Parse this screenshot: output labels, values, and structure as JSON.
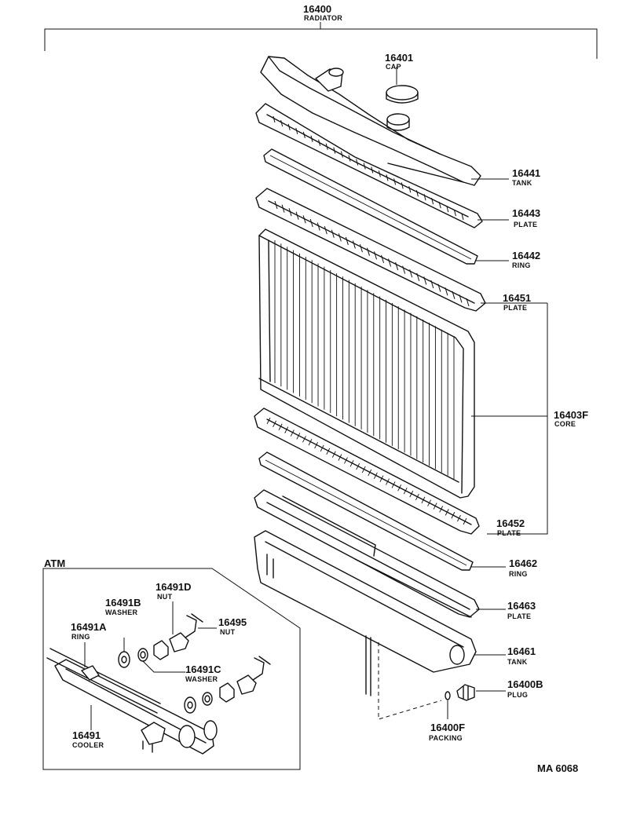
{
  "diagram_code": "MA  6068",
  "atm_label": "ATM",
  "assembly": {
    "number": "16400",
    "name": "RADIATOR"
  },
  "parts": {
    "cap": {
      "number": "16401",
      "name": "CAP"
    },
    "upper_tank": {
      "number": "16441",
      "name": "TANK"
    },
    "upper_plate": {
      "number": "16443",
      "name": "PLATE"
    },
    "upper_ring": {
      "number": "16442",
      "name": "RING"
    },
    "core_upper_plate": {
      "number": "16451",
      "name": "PLATE"
    },
    "core": {
      "number": "16403F",
      "name": "CORE"
    },
    "core_lower_plate": {
      "number": "16452",
      "name": "PLATE"
    },
    "lower_ring": {
      "number": "16462",
      "name": "RING"
    },
    "lower_plate": {
      "number": "16463",
      "name": "PLATE"
    },
    "lower_tank": {
      "number": "16461",
      "name": "TANK"
    },
    "drain_plug": {
      "number": "16400B",
      "name": "PLUG"
    },
    "packing": {
      "number": "16400F",
      "name": "PACKING"
    },
    "washer_b": {
      "number": "16491B",
      "name": "WASHER"
    },
    "nut_d": {
      "number": "16491D",
      "name": "NUT"
    },
    "ring_a": {
      "number": "16491A",
      "name": "RING"
    },
    "nut": {
      "number": "16495",
      "name": "NUT"
    },
    "washer_c": {
      "number": "16491C",
      "name": "WASHER"
    },
    "cooler": {
      "number": "16491",
      "name": "COOLER"
    }
  }
}
